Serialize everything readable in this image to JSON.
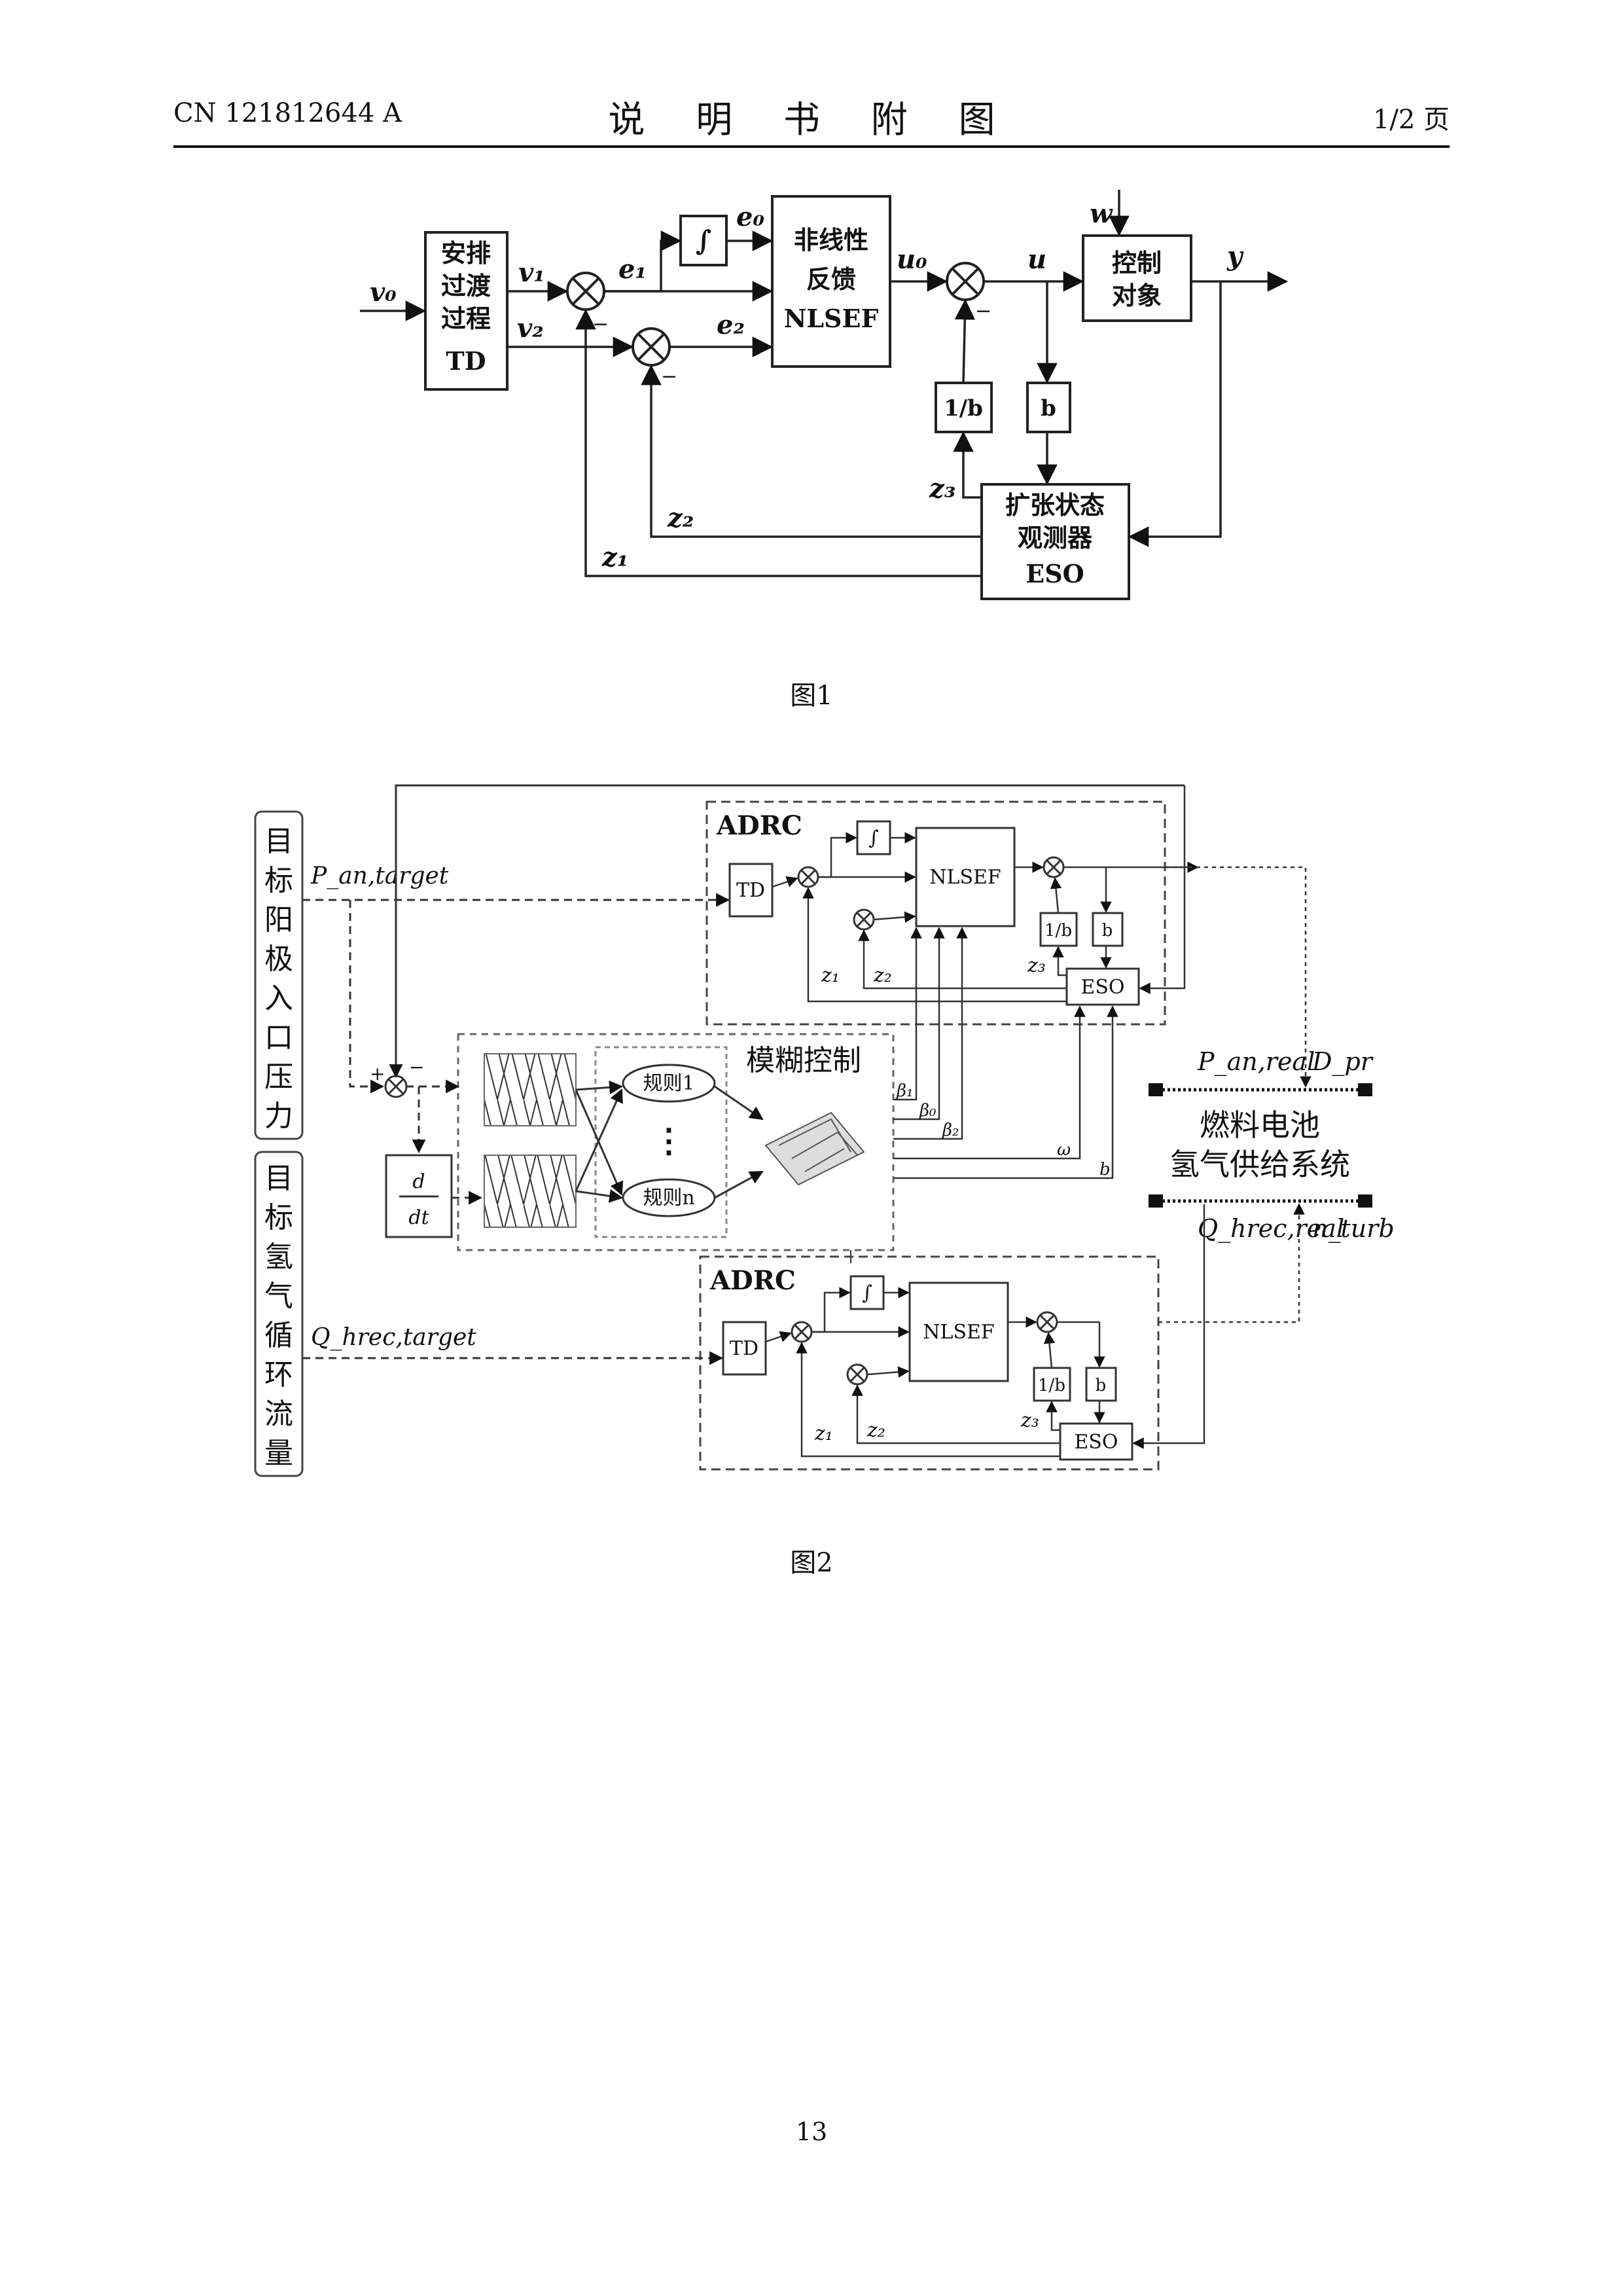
{
  "header": {
    "doc_number": "CN 121812644 A",
    "title": "说 明 书 附 图",
    "page_fraction": "1/2 页"
  },
  "figure1": {
    "caption": "图1",
    "blocks": {
      "td": [
        "安排",
        "过渡",
        "过程",
        "TD"
      ],
      "integrator": "∫",
      "nlsef": [
        "非线性",
        "反馈",
        "NLSEF"
      ],
      "plant": [
        "控制",
        "对象"
      ],
      "inv_b": "1/b",
      "b": "b",
      "eso": [
        "扩张状态",
        "观测器",
        "ESO"
      ]
    },
    "signals": {
      "v0": "v₀",
      "v1": "v₁",
      "v2": "v₂",
      "e0": "e₀",
      "e1": "e₁",
      "e2": "e₂",
      "u0": "u₀",
      "u": "u",
      "w": "w",
      "y": "y",
      "z1": "z₁",
      "z2": "z₂",
      "z3": "z₃",
      "minus": "−"
    }
  },
  "figure2": {
    "caption": "图2",
    "left_top_label": [
      "目",
      "标",
      "阳",
      "极",
      "入",
      "口",
      "压",
      "力"
    ],
    "left_bottom_label": [
      "目",
      "标",
      "氢",
      "气",
      "循",
      "环",
      "流",
      "量"
    ],
    "p_target": "P_an,target",
    "q_target": "Q_hrec,target",
    "adrc_top": {
      "title": "ADRC",
      "td": "TD",
      "integrator": "∫",
      "nlsef": "NLSEF",
      "inv_b": "1/b",
      "b": "b",
      "eso": "ESO",
      "z1": "z₁",
      "z2": "z₂",
      "z3": "z₃"
    },
    "adrc_bottom": {
      "title": "ADRC",
      "td": "TD",
      "integrator": "∫",
      "nlsef": "NLSEF",
      "inv_b": "1/b",
      "b": "b",
      "eso": "ESO",
      "z1": "z₁",
      "z2": "z₂",
      "z3": "z₃"
    },
    "fuzzy": {
      "title": "模糊控制",
      "rule1": "规则1",
      "rulen": "规则n",
      "dots": "⋮",
      "derivative_num": "d",
      "derivative_den": "dt",
      "plus": "+",
      "minus": "−",
      "outputs": [
        "β₁",
        "β₀",
        "β₂",
        "ω",
        "b"
      ]
    },
    "system": {
      "title_line1": "燃料电池",
      "title_line2": "氢气供给系统",
      "p_real": "P_an,real",
      "d_pr": "D_pr",
      "q_real": "Q_hrec,real",
      "n_turb": "n_turb"
    }
  },
  "page_number": "13"
}
